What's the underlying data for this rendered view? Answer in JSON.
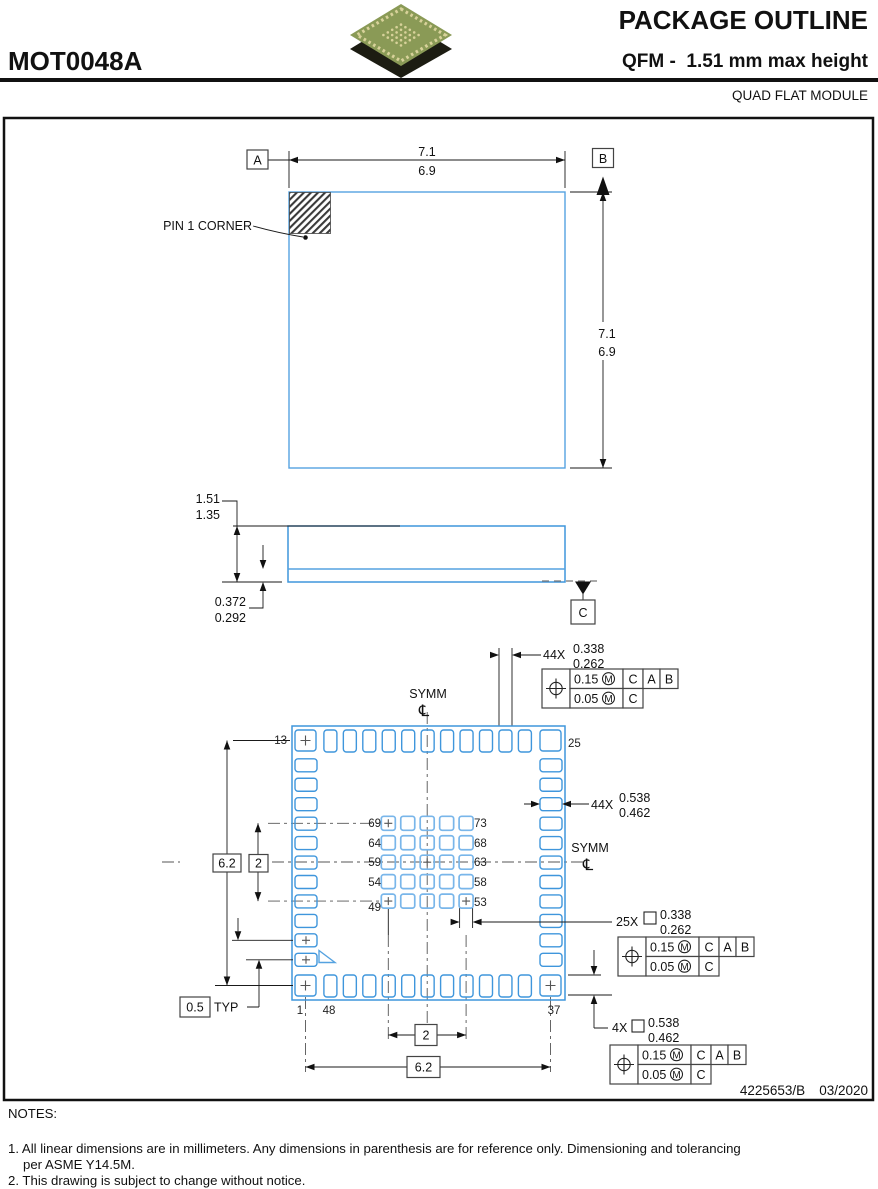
{
  "header": {
    "part_number": "MOT0048A",
    "title": "PACKAGE OUTLINE",
    "subtitle": "QFM -  1.51 mm max height",
    "package_family": "QUAD FLAT MODULE"
  },
  "top_view": {
    "pin1_label": "PIN 1 CORNER",
    "datum_a": "A",
    "datum_b": "B",
    "width": {
      "max": "7.1",
      "min": "6.9"
    },
    "height": {
      "max": "7.1",
      "min": "6.9"
    }
  },
  "side_view": {
    "datum_c": "C",
    "height": {
      "max": "1.51",
      "min": "1.35"
    },
    "standoff": {
      "max": "0.372",
      "min": "0.292"
    }
  },
  "bottom_view": {
    "symm_label": "SYMM",
    "pin_labels": {
      "top_left": "13",
      "top_right": "25",
      "bottom_left": "1",
      "bottom_next": "48",
      "bottom_right": "37"
    },
    "grid_left": [
      "69",
      "64",
      "59",
      "54",
      "49"
    ],
    "grid_right": [
      "73",
      "68",
      "63",
      "58",
      "53"
    ],
    "dims": {
      "left_span": "6.2",
      "grid_span_v": "2",
      "pitch": "0.5",
      "pitch_suffix": "TYP",
      "grid_span_h": "2",
      "bottom_span": "6.2"
    }
  },
  "callouts": {
    "pad_width": {
      "count": "44X",
      "max": "0.338",
      "min": "0.262"
    },
    "pad_length": {
      "count": "44X",
      "max": "0.538",
      "min": "0.462"
    },
    "grid_pad": {
      "count": "25X",
      "max": "0.338",
      "min": "0.262"
    },
    "corner_pad": {
      "count": "4X",
      "max": "0.538",
      "min": "0.462"
    },
    "fcf": {
      "row1": {
        "tol": "0.15",
        "modifier": "M",
        "datum1": "C",
        "datum2": "A",
        "datum3": "B"
      },
      "row2": {
        "tol": "0.05",
        "modifier": "M",
        "datum1": "C"
      }
    }
  },
  "icons": {
    "position_symbol": "⌖",
    "mmc_modifier": "Ⓜ",
    "centerline_symbol": "℄",
    "square_symbol": "□",
    "datum_target": "▼"
  },
  "footer": {
    "drawing_number": "4225653/B",
    "date": "03/2020"
  },
  "notes": {
    "heading": "NOTES:",
    "line1": "1. All linear dimensions are in millimeters. Any dimensions in parenthesis are for reference only. Dimensioning and tolerancing",
    "line1b": "per ASME Y14.5M.",
    "line2": "2. This drawing is subject to change without notice."
  },
  "colors": {
    "package_blue": "#3f96dc",
    "grid_pad_blue": "#79b6ea",
    "centerline_gray": "#555555",
    "line_black": "#111111",
    "chip_green": "#8a9a56",
    "chip_pad_tan": "#d8d29a"
  }
}
